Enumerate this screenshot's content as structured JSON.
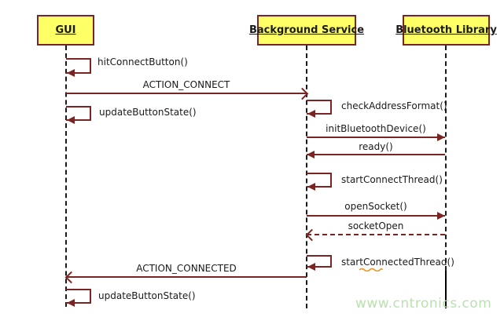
{
  "diagram": {
    "type": "uml-sequence-diagram",
    "actors": [
      {
        "name": "GUI"
      },
      {
        "name": "Background Service"
      },
      {
        "name": "Bluetooth Library"
      }
    ],
    "messages": [
      {
        "label": "hitConnectButton()",
        "from": "GUI",
        "to": "GUI",
        "kind": "self-call"
      },
      {
        "label": "ACTION_CONNECT",
        "from": "GUI",
        "to": "Background Service",
        "kind": "solid-open-arrow"
      },
      {
        "label": "updateButtonState()",
        "from": "GUI",
        "to": "GUI",
        "kind": "self-call"
      },
      {
        "label": "checkAddressFormat()",
        "from": "Background Service",
        "to": "Background Service",
        "kind": "self-call"
      },
      {
        "label": "initBluetoothDevice()",
        "from": "Background Service",
        "to": "Bluetooth Library",
        "kind": "solid-filled-arrow"
      },
      {
        "label": "ready()",
        "from": "Bluetooth Library",
        "to": "Background Service",
        "kind": "solid-filled-arrow"
      },
      {
        "label": "startConnectThread()",
        "from": "Background Service",
        "to": "Background Service",
        "kind": "self-call"
      },
      {
        "label": "openSocket()",
        "from": "Background Service",
        "to": "Bluetooth Library",
        "kind": "solid-filled-arrow"
      },
      {
        "label": "socketOpen",
        "from": "Bluetooth Library",
        "to": "Background Service",
        "kind": "dashed-return-open-arrow"
      },
      {
        "label": "startConnectedThread()",
        "from": "Background Service",
        "to": "Background Service",
        "kind": "self-call",
        "annotation": "orange-spellcheck-squiggle"
      },
      {
        "label": "ACTION_CONNECTED",
        "from": "Background Service",
        "to": "GUI",
        "kind": "solid-open-arrow"
      },
      {
        "label": "updateButtonState()",
        "from": "GUI",
        "to": "GUI",
        "kind": "self-call"
      }
    ],
    "watermark": "www.cntronics.com",
    "colors": {
      "background": "#ffffff",
      "actor_fill": "#ffff66",
      "actor_border": "#7b2424",
      "message_line": "#7b2424",
      "text": "#1a1a1a",
      "lifeline": "#1a1a1a",
      "solid_segment": "#000000",
      "watermark": "#b9e2ae",
      "squiggle": "#e89a2a"
    }
  }
}
